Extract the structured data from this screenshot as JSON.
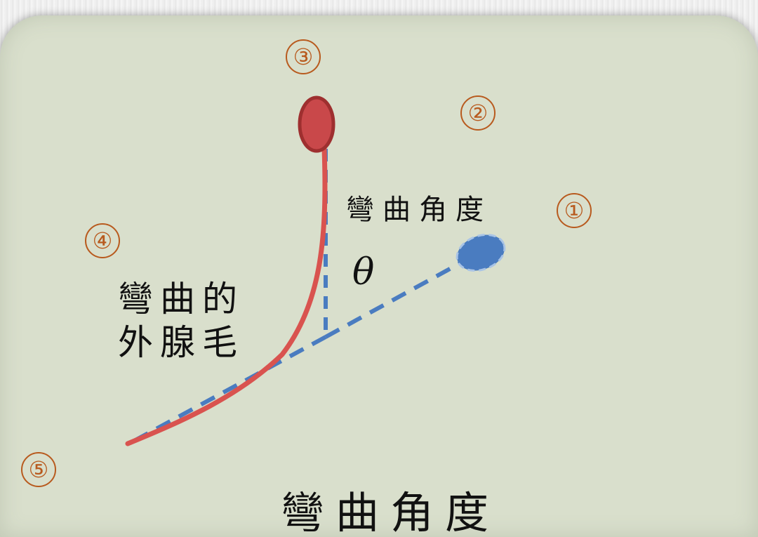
{
  "markers": [
    {
      "id": "1",
      "text": "①"
    },
    {
      "id": "2",
      "text": "②"
    },
    {
      "id": "3",
      "text": "③"
    },
    {
      "id": "4",
      "text": "④"
    },
    {
      "id": "5",
      "text": "⑤"
    }
  ],
  "labels": {
    "angle_label": "彎曲角度",
    "bent_gland_line1": "彎曲的",
    "bent_gland_line2": "外腺毛",
    "theta": "θ",
    "bottom_title": "彎曲角度"
  },
  "colors": {
    "panel": "#d9dfcc",
    "hair_curve": "#d9534f",
    "hair_head": "#c9484a",
    "reference_line": "#4a7cc0",
    "target_head": "#4a7cc0",
    "marker": "#b85a1e"
  }
}
